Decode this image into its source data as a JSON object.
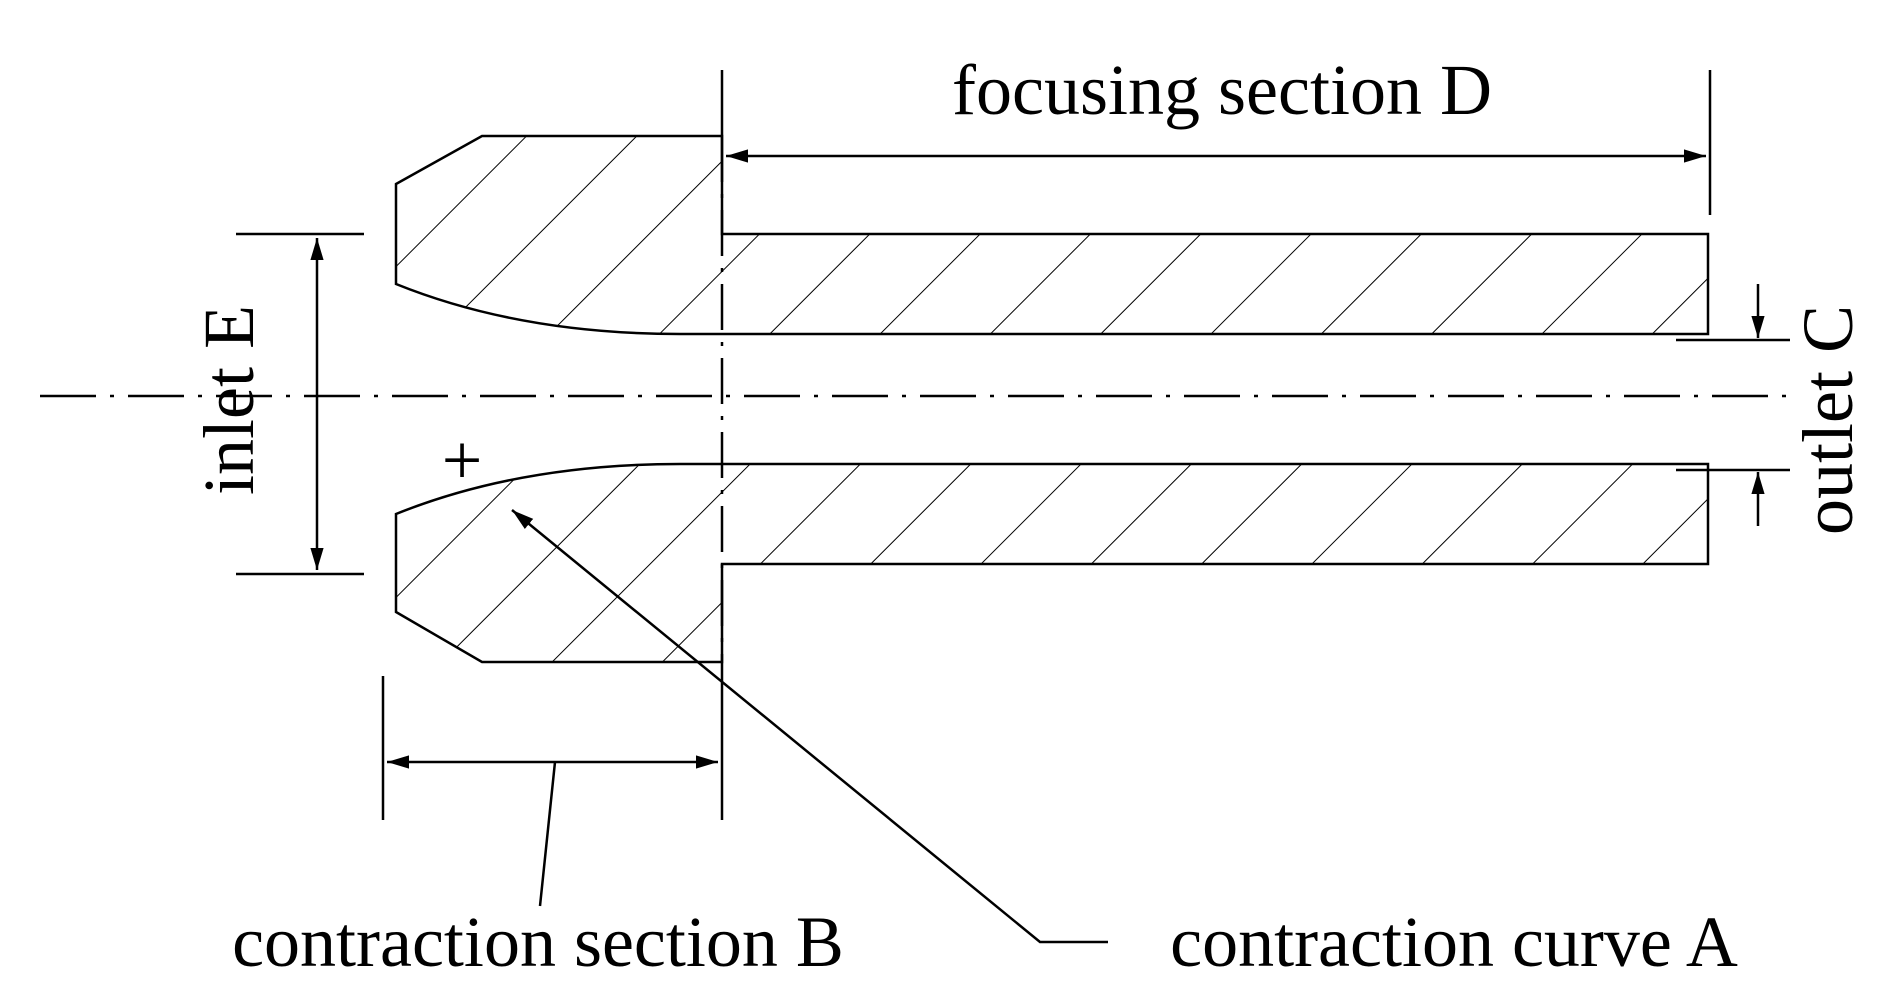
{
  "labels": {
    "focusing_section": "focusing section D",
    "inlet": "inlet E",
    "outlet": "outlet C",
    "contraction_section": "contraction section B",
    "contraction_curve": "contraction curve A",
    "center_mark": "+"
  }
}
